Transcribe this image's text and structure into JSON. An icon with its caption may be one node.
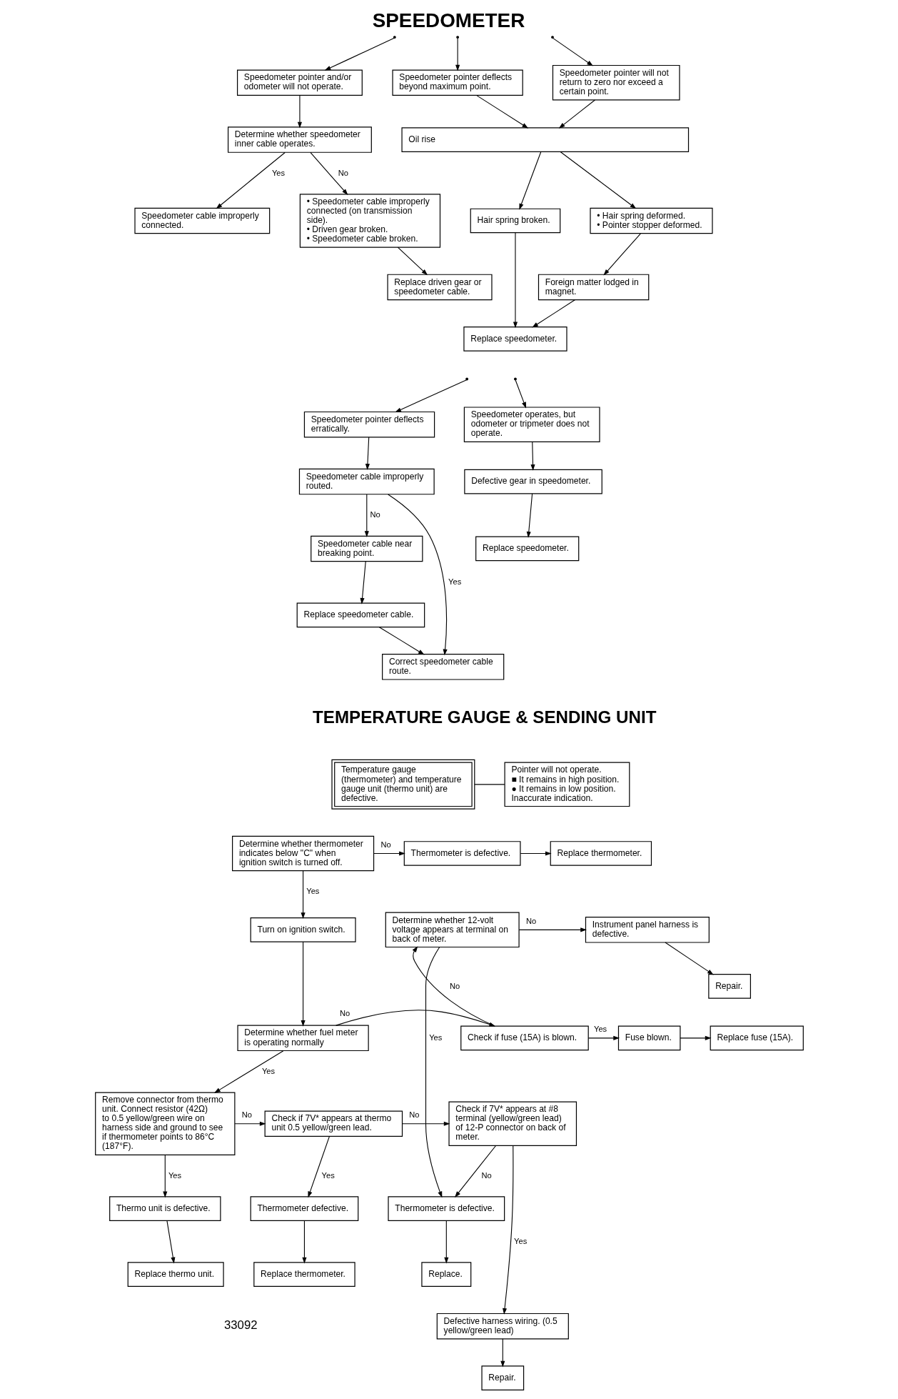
{
  "diagram": {
    "title": "SPEEDOMETER",
    "nodes": [
      {
        "text": [
          "Speedometer pointer and/or odometer will not operate."
        ]
      },
      {
        "text": [
          "Speedometer pointer deflects beyond maximum point."
        ]
      },
      {
        "text": [
          "Speedometer pointer will not return to zero nor exceed a certain point."
        ]
      },
      {
        "text": [
          "Determine whether speedometer inner cable operates."
        ]
      },
      {
        "text": [
          "Oil rise"
        ]
      },
      {
        "text": [
          "Speedometer cable improperly connected."
        ]
      },
      {
        "text": [
          "• Speedometer cable improperly connected (on transmission side).",
          "• Driven gear broken.",
          "• Speedometer cable broken."
        ]
      },
      {
        "text": [
          "Hair spring broken."
        ]
      },
      {
        "text": [
          "• Hair spring deformed.",
          "• Pointer stopper deformed."
        ]
      },
      {
        "text": [
          "Replace driven gear or speedometer cable."
        ]
      },
      {
        "text": [
          "Foreign matter lodged in magnet."
        ]
      },
      {
        "text": [
          "Replace speedometer."
        ]
      },
      {
        "text": [
          "Speedometer pointer deflects erratically."
        ]
      },
      {
        "text": [
          "Speedometer operates, but odometer or tripmeter does not operate."
        ]
      },
      {
        "text": [
          "Speedometer cable improperly routed."
        ]
      },
      {
        "text": [
          "Defective gear in speedometer."
        ]
      },
      {
        "text": [
          "Speedometer cable near breaking point."
        ]
      },
      {
        "text": [
          "Replace speedometer."
        ]
      },
      {
        "text": [
          "Replace speedometer cable."
        ]
      },
      {
        "text": [
          "Correct speedometer cable route."
        ]
      },
      {
        "text": [
          "Temperature gauge (thermometer) and temperature gauge unit (thermo unit) are defective."
        ]
      },
      {
        "text": [
          "Pointer will not operate.",
          "■ It remains in high position.",
          "● It remains in low position.",
          "Inaccurate indication."
        ]
      },
      {
        "text": [
          "Determine whether thermometer indicates below \"C\" when ignition switch is turned off."
        ]
      },
      {
        "text": [
          "Thermometer is defective."
        ]
      },
      {
        "text": [
          "Replace thermometer."
        ]
      },
      {
        "text": [
          "Turn on ignition switch."
        ]
      },
      {
        "text": [
          "Determine whether 12-volt voltage appears at terminal on back of meter."
        ]
      },
      {
        "text": [
          "Instrument panel harness is defective."
        ]
      },
      {
        "text": [
          "Repair."
        ]
      },
      {
        "text": [
          "Determine whether fuel meter is operating normally"
        ]
      },
      {
        "text": [
          "Check if fuse (15A) is blown."
        ]
      },
      {
        "text": [
          "Fuse blown."
        ]
      },
      {
        "text": [
          "Replace fuse (15A)."
        ]
      },
      {
        "text": [
          "Remove connector from thermo unit. Connect resistor (42Ω) to 0.5 yellow/green wire on harness side and ground to see if thermometer points to 86°C (187°F)."
        ]
      },
      {
        "text": [
          "Check if 7V* appears at thermo unit 0.5 yellow/green lead."
        ]
      },
      {
        "text": [
          "Check if 7V* appears at #8 terminal (yellow/green lead) of 12-P connector on back of meter."
        ]
      },
      {
        "text": [
          "Thermo unit is defective."
        ]
      },
      {
        "text": [
          "Thermometer defective."
        ]
      },
      {
        "text": [
          "Thermometer is defective."
        ]
      },
      {
        "text": [
          "Replace thermo unit."
        ]
      },
      {
        "text": [
          "Replace thermometer."
        ]
      },
      {
        "text": [
          "Replace."
        ]
      },
      {
        "text": [
          "Defective harness wiring. (0.5 yellow/green lead)"
        ]
      },
      {
        "text": [
          "Repair."
        ]
      }
    ],
    "edges": [
      {
        "from": null,
        "to": 0,
        "arrow": "to"
      },
      {
        "from": null,
        "to": 1,
        "arrow": "to"
      },
      {
        "from": null,
        "to": 2,
        "arrow": "to"
      },
      {
        "from": 0,
        "to": 3,
        "arrow": "to"
      },
      {
        "from": 3,
        "to": 5,
        "arrow": "to",
        "label": "Yes"
      },
      {
        "from": 3,
        "to": 6,
        "arrow": "to",
        "label": "No"
      },
      {
        "from": 6,
        "to": 9,
        "arrow": "to"
      },
      {
        "from": 1,
        "to": 4,
        "arrow": "to"
      },
      {
        "from": 2,
        "to": 4,
        "arrow": "to"
      },
      {
        "from": 4,
        "to": 7,
        "arrow": "to"
      },
      {
        "from": 4,
        "to": 8,
        "arrow": "to"
      },
      {
        "from": 8,
        "to": 10,
        "arrow": "to"
      },
      {
        "from": 7,
        "to": 11,
        "arrow": "to"
      },
      {
        "from": 10,
        "to": 11,
        "arrow": "to"
      },
      {
        "from": null,
        "to": 12,
        "arrow": "to"
      },
      {
        "from": null,
        "to": 13,
        "arrow": "to"
      },
      {
        "from": 12,
        "to": 14,
        "arrow": "to"
      },
      {
        "from": 14,
        "to": 19,
        "arrow": "to",
        "label": "Yes"
      },
      {
        "from": 14,
        "to": 16,
        "arrow": "to",
        "label": "No"
      },
      {
        "from": 16,
        "to": 18,
        "arrow": "to"
      },
      {
        "from": 18,
        "to": 19,
        "arrow": "to"
      },
      {
        "from": 13,
        "to": 15,
        "arrow": "to"
      },
      {
        "from": 15,
        "to": 17,
        "arrow": "to"
      },
      {
        "from": 20,
        "to": 21,
        "arrow": "none"
      },
      {
        "from": 22,
        "to": 23,
        "arrow": "to",
        "label": "No"
      },
      {
        "from": 23,
        "to": 24,
        "arrow": "to"
      },
      {
        "from": 22,
        "to": 25,
        "arrow": "to",
        "label": "Yes"
      },
      {
        "from": 25,
        "to": 29,
        "arrow": "to"
      },
      {
        "from": 26,
        "to": 27,
        "arrow": "to",
        "label": "No"
      },
      {
        "from": 27,
        "to": 28,
        "arrow": "to"
      },
      {
        "from": 26,
        "to": 38,
        "arrow": "to",
        "label": "Yes"
      },
      {
        "from": 29,
        "to": 30,
        "arrow": "to",
        "label": "No"
      },
      {
        "from": 30,
        "to": 26,
        "arrow": "to",
        "label": "No"
      },
      {
        "from": 30,
        "to": 31,
        "arrow": "to",
        "label": "Yes"
      },
      {
        "from": 31,
        "to": 32,
        "arrow": "to"
      },
      {
        "from": 29,
        "to": 33,
        "arrow": "to",
        "label": "Yes"
      },
      {
        "from": 33,
        "to": 34,
        "arrow": "to",
        "label": "No"
      },
      {
        "from": 33,
        "to": 36,
        "arrow": "to",
        "label": "Yes"
      },
      {
        "from": 34,
        "to": 37,
        "arrow": "to",
        "label": "Yes"
      },
      {
        "from": 34,
        "to": 35,
        "arrow": "to",
        "label": "No"
      },
      {
        "from": 35,
        "to": 42,
        "arrow": "to",
        "label": "Yes"
      },
      {
        "from": 35,
        "to": 38,
        "arrow": "to",
        "label": "No"
      },
      {
        "from": 36,
        "to": 39,
        "arrow": "to"
      },
      {
        "from": 37,
        "to": 40,
        "arrow": "to"
      },
      {
        "from": 38,
        "to": 41,
        "arrow": "to"
      },
      {
        "from": 42,
        "to": 43,
        "arrow": "to"
      }
    ],
    "labels": [
      "TEMPERATURE GAUGE & SENDING UNIT",
      "33092"
    ]
  }
}
